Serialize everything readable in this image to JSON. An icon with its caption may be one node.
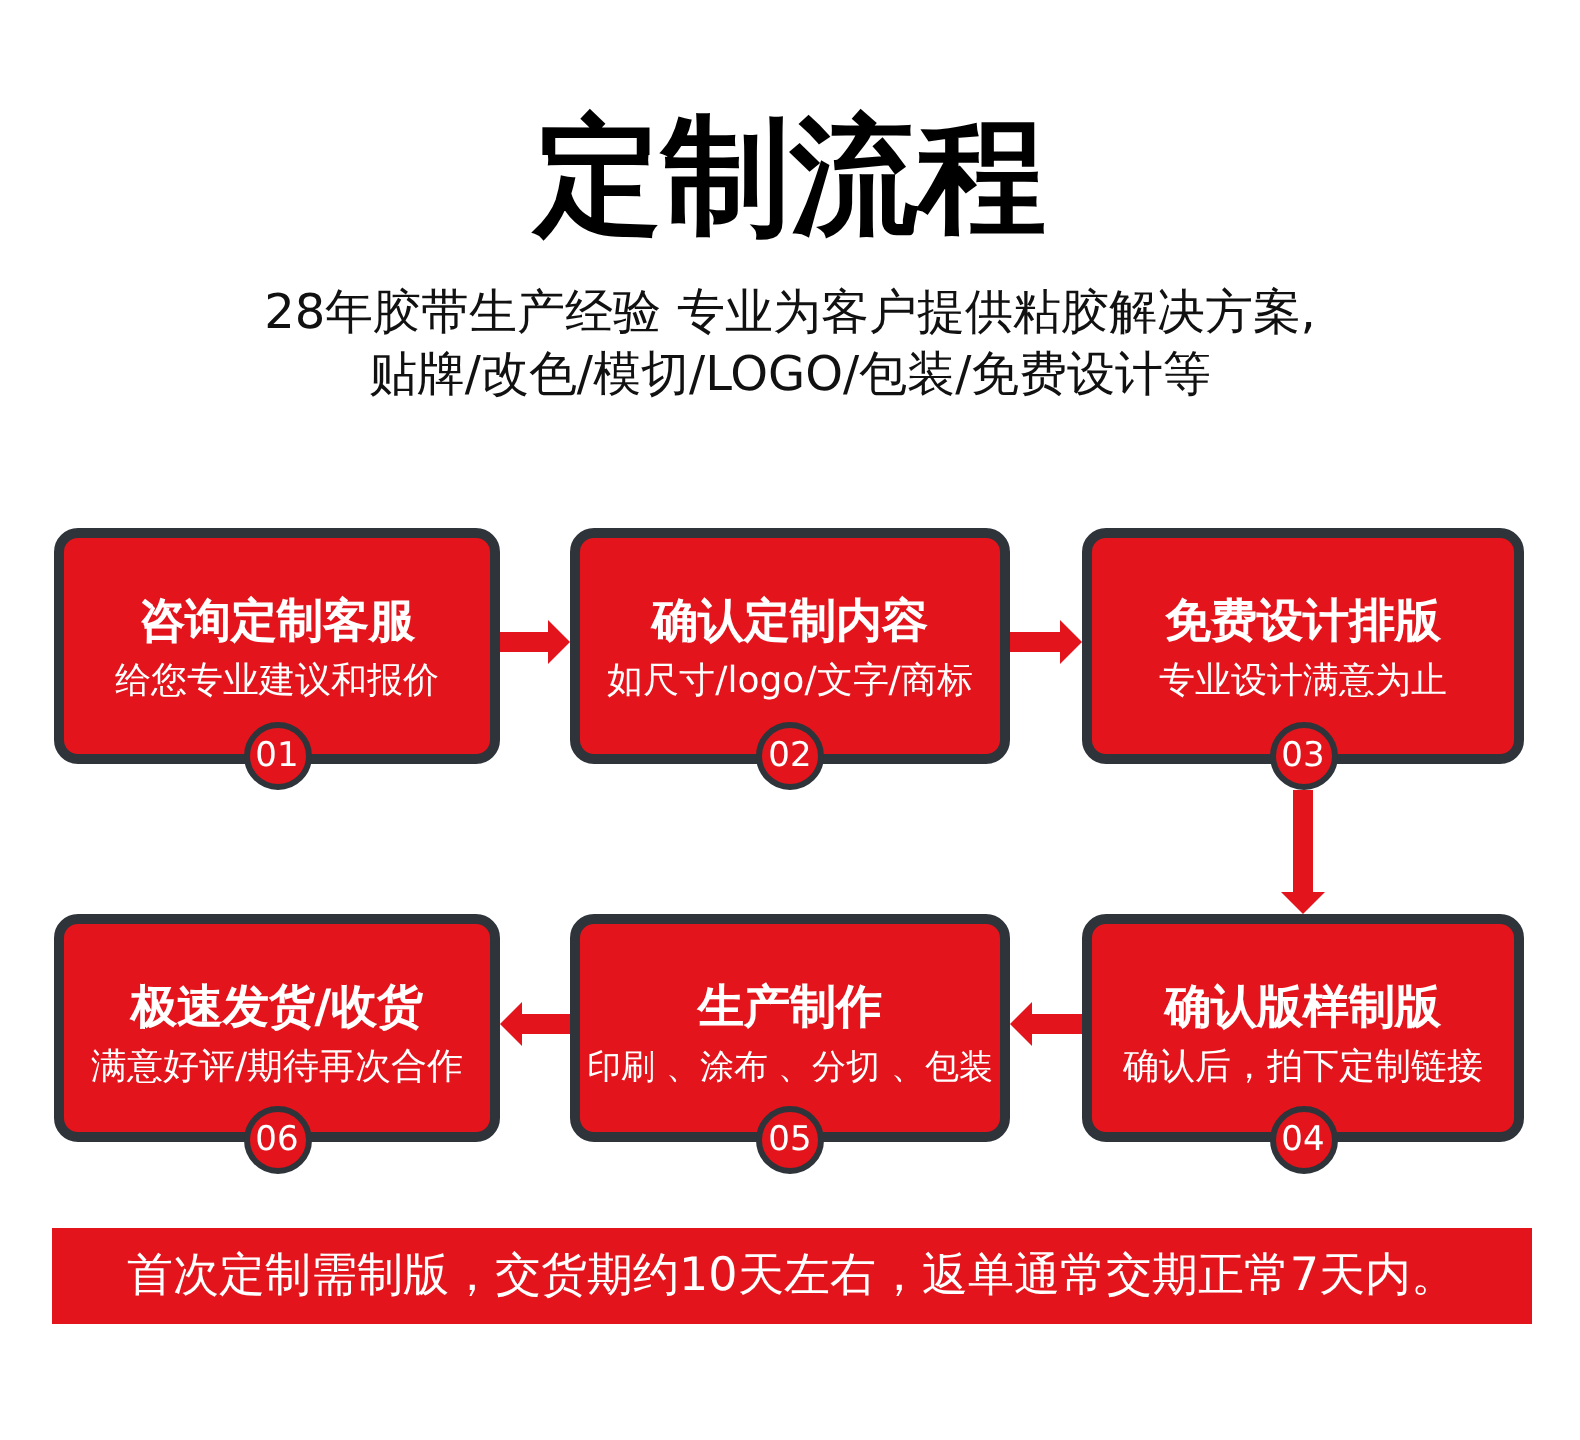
{
  "diagram": {
    "title": "定制流程",
    "nodes": [
      {
        "text": [
          "咨询定制客服",
          "给您专业建议和报价"
        ]
      },
      {
        "text": [
          "01"
        ]
      },
      {
        "text": [
          "确认定制内容",
          "如尺寸/logo/文字/商标"
        ]
      },
      {
        "text": [
          "02"
        ]
      },
      {
        "text": [
          "免费设计排版",
          "专业设计满意为止"
        ]
      },
      {
        "text": [
          "03"
        ]
      },
      {
        "text": [
          "确认版样制版",
          "确认后，拍下定制链接"
        ]
      },
      {
        "text": [
          "04"
        ]
      },
      {
        "text": [
          "生产制作",
          "印刷 、涂布 、分切 、包装"
        ]
      },
      {
        "text": [
          "05"
        ]
      },
      {
        "text": [
          "极速发货/收货",
          "满意好评/期待再次合作"
        ]
      },
      {
        "text": [
          "06"
        ]
      },
      {
        "text": [
          "首次定制需制版，交货期约10天左右，返单通常交期正常7天内。"
        ]
      }
    ],
    "edges": [
      {
        "from": 0,
        "to": 2,
        "arrow": "to"
      },
      {
        "from": 2,
        "to": 4,
        "arrow": "to"
      },
      {
        "from": 5,
        "to": 6,
        "arrow": "to"
      },
      {
        "from": 6,
        "to": 8,
        "arrow": "to"
      },
      {
        "from": 8,
        "to": 10,
        "arrow": "to"
      }
    ],
    "labels": [
      "28年胶带生产经验 专业为客户提供粘胶解决方案,贴牌/改色/模切/LOGO/包装/免费设计等"
    ]
  }
}
